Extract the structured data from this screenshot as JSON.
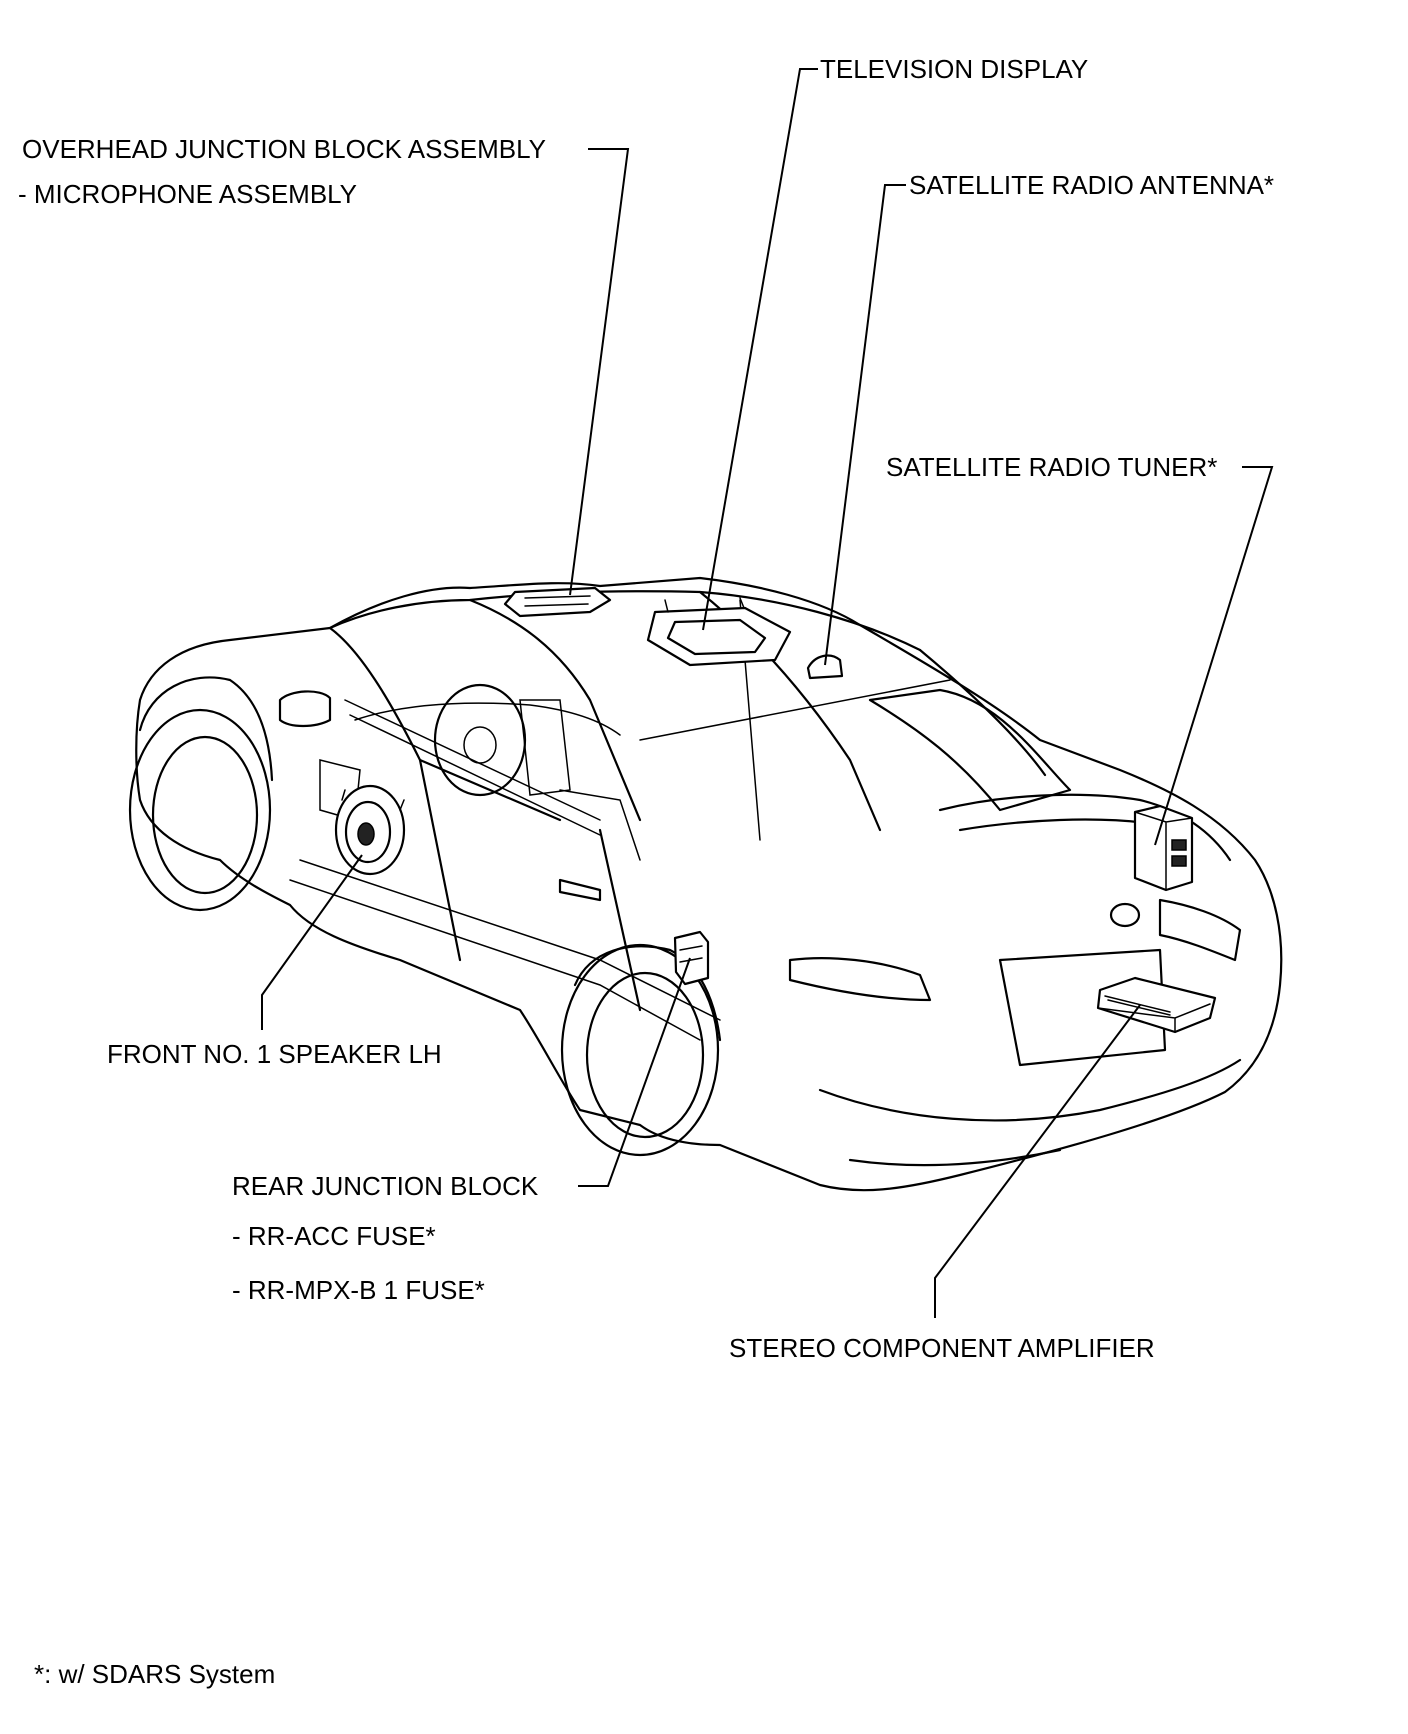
{
  "labels": {
    "television_display": "TELEVISION DISPLAY",
    "overhead_junction_block": "OVERHEAD JUNCTION BLOCK ASSEMBLY",
    "microphone_assembly": "- MICROPHONE ASSEMBLY",
    "satellite_radio_antenna": "SATELLITE RADIO ANTENNA*",
    "satellite_radio_tuner": "SATELLITE RADIO TUNER*",
    "front_speaker_lh": "FRONT NO. 1 SPEAKER LH",
    "rear_junction_block": "REAR JUNCTION BLOCK",
    "rr_acc_fuse": "- RR-ACC FUSE*",
    "rr_mpx_fuse": "- RR-MPX-B 1 FUSE*",
    "stereo_component_amplifier": "STEREO COMPONENT AMPLIFIER"
  },
  "footnote": "*: w/ SDARS System"
}
